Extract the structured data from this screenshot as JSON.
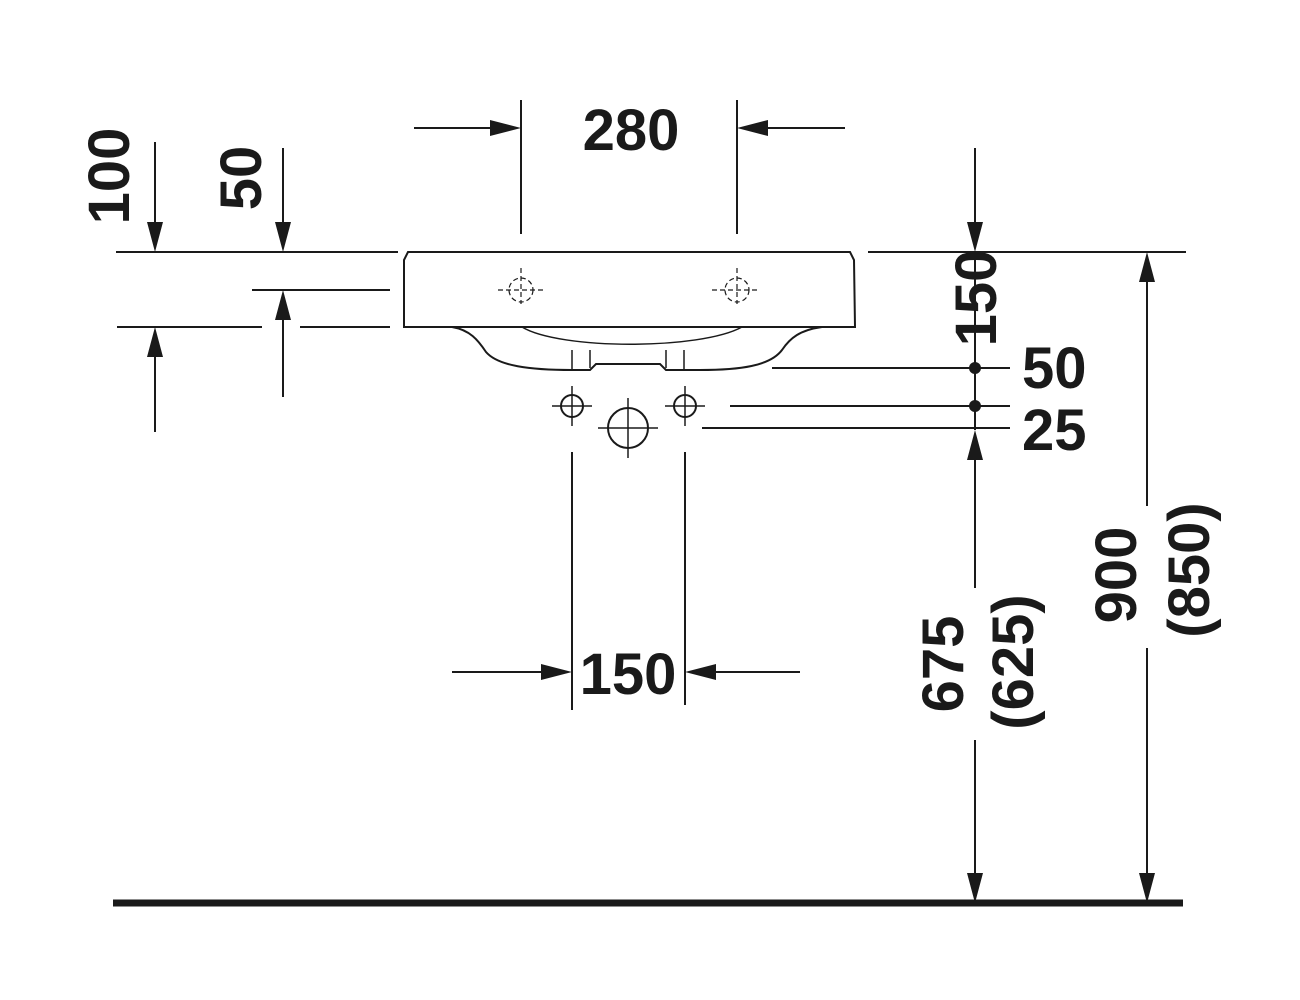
{
  "dimensions": {
    "top_width": "280",
    "left_height_100": "100",
    "left_height_50": "50",
    "right_height_150": "150",
    "right_offset_50": "50",
    "right_offset_25": "25",
    "bottom_width": "150",
    "drain_height": "675",
    "drain_height_alt": "(625)",
    "rim_height": "900",
    "rim_height_alt": "(850)"
  }
}
